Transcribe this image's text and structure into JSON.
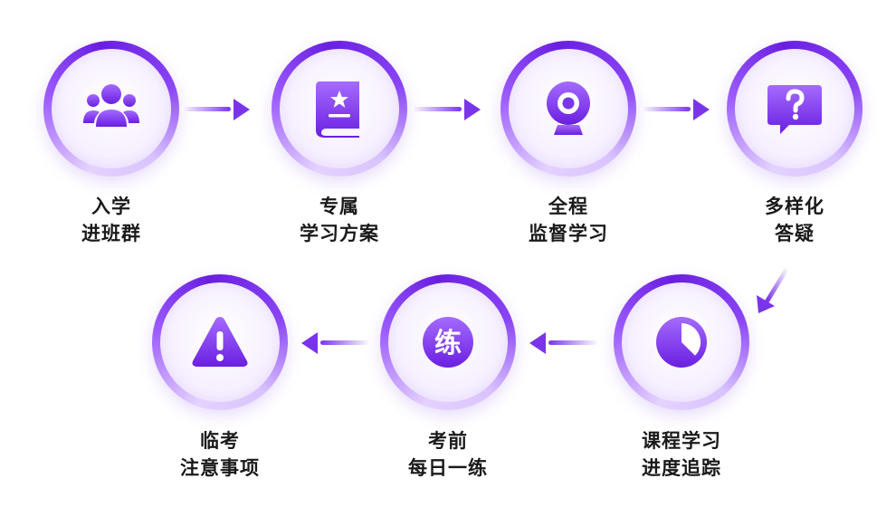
{
  "colors": {
    "accent": "#6a1fe0",
    "accent_light": "#a66bff",
    "text": "#1a1a1a"
  },
  "steps": [
    {
      "line1": "入学",
      "line2": "进班群",
      "icon": "group-icon"
    },
    {
      "line1": "专属",
      "line2": "学习方案",
      "icon": "book-star-icon"
    },
    {
      "line1": "全程",
      "line2": "监督学习",
      "icon": "webcam-icon"
    },
    {
      "line1": "多样化",
      "line2": "答疑",
      "icon": "question-bubble-icon"
    },
    {
      "line1": "课程学习",
      "line2": "进度追踪",
      "icon": "pie-progress-icon"
    },
    {
      "line1": "考前",
      "line2": "每日一练",
      "icon": "practice-icon",
      "badge": "练"
    },
    {
      "line1": "临考",
      "line2": "注意事项",
      "icon": "warning-icon"
    }
  ]
}
